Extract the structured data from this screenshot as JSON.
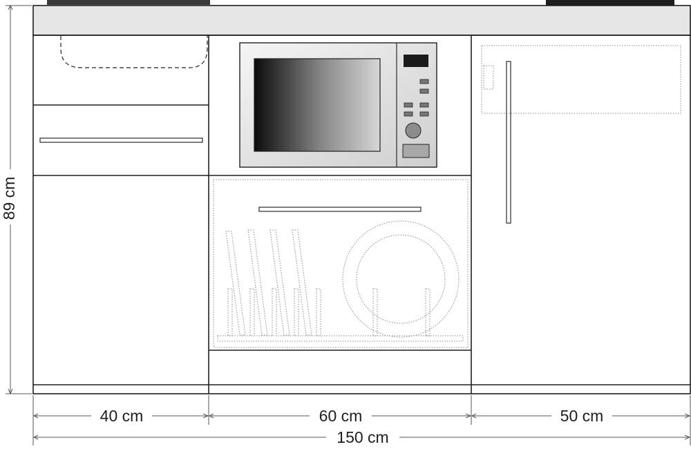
{
  "dimensions": {
    "height_label": "89 cm",
    "width_left_label": "40 cm",
    "width_middle_label": "60 cm",
    "width_right_label": "50 cm",
    "width_total_label": "150 cm"
  },
  "colors": {
    "outline": "#1e1e1e",
    "countertop": "#e6e6e6",
    "cooktop": "#3a3a3a",
    "dimension_line": "#555555",
    "dotted": "#8a8a8a"
  }
}
